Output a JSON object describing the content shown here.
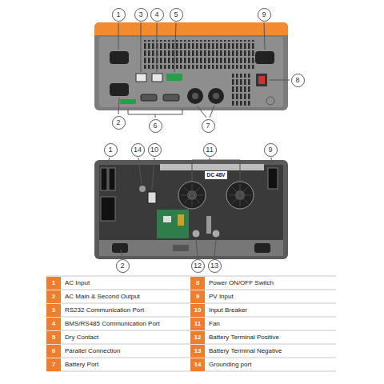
{
  "diagram": {
    "labels": [
      "1",
      "3",
      "4",
      "5",
      "9",
      "8",
      "2",
      "6",
      "7",
      "1",
      "14",
      "10",
      "11",
      "9",
      "2",
      "12",
      "13",
      "DC 48V",
      "1",
      "AC Input",
      "8",
      "Power ON/OFF Switch",
      "2",
      "AC Main & Second Output",
      "9",
      "PV Input",
      "3",
      "RS232 Communication Port",
      "10",
      "Input Breaker",
      "4",
      "BMS/RS485 Communication Port",
      "11",
      "Fan",
      "5",
      "Dry Contact",
      "12",
      "Battery Terminal Positive",
      "6",
      "Parallel Connection",
      "13",
      "Battery Terminal Negative",
      "7",
      "Battery Port",
      "14",
      "Grounding port"
    ]
  }
}
